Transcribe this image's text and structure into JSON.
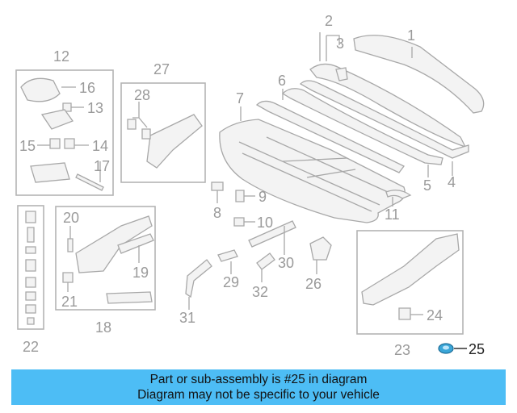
{
  "callouts": {
    "n1": "1",
    "n2": "2",
    "n3": "3",
    "n4": "4",
    "n5": "5",
    "n6": "6",
    "n7": "7",
    "n8": "8",
    "n9": "9",
    "n10": "10",
    "n11": "11",
    "n12": "12",
    "n13": "13",
    "n14": "14",
    "n15": "15",
    "n16": "16",
    "n17": "17",
    "n18": "18",
    "n19": "19",
    "n20": "20",
    "n21": "21",
    "n22": "22",
    "n23": "23",
    "n24": "24",
    "n25": "25",
    "n26": "26",
    "n27": "27",
    "n28": "28",
    "n29": "29",
    "n30": "30",
    "n31": "31",
    "n32": "32"
  },
  "highlight": {
    "callout": "25",
    "color": "#3aa6d8"
  },
  "banner": {
    "line1": "Part or sub-assembly is #25 in diagram",
    "line2": "Diagram may not be specific to your vehicle",
    "background": "#4dbdf5"
  }
}
